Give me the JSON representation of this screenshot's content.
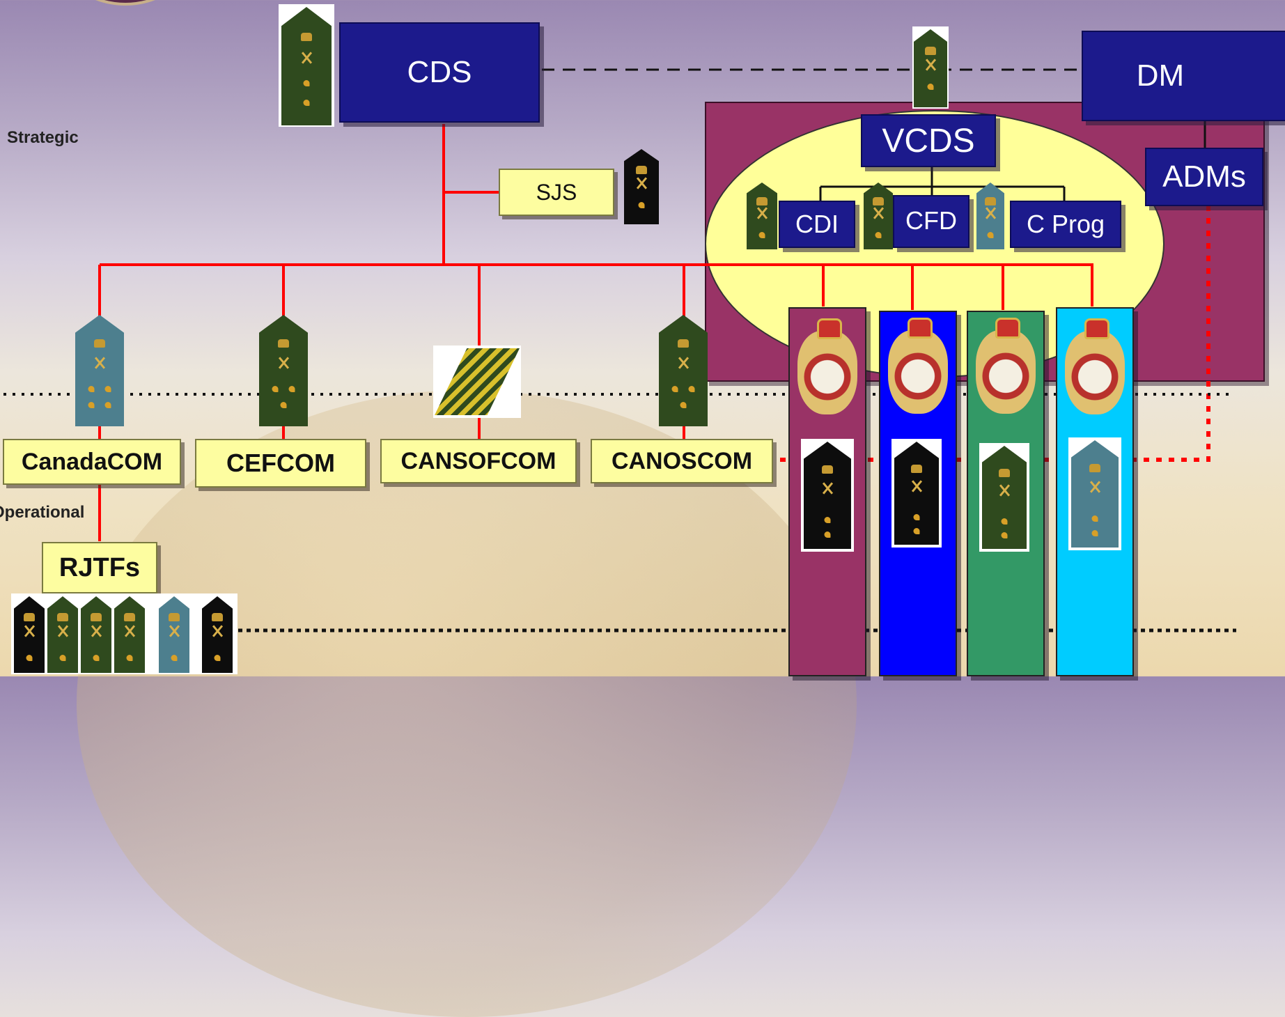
{
  "org_chart": {
    "nodes": {
      "cds": "CDS",
      "dm": "DM",
      "vcds": "VCDS",
      "admS": "ADMs",
      "sjs": "SJS",
      "cdi": "CDI",
      "cfd": "CFD",
      "cprog": "C Prog",
      "canadacom": "CanadaCOM",
      "cefcom": "CEFCOM",
      "cansofcom": "CANSOFCOM",
      "canoscom": "CANOSCOM",
      "rjtfs": "RJTFs"
    },
    "levels": {
      "strategic": "Strategic",
      "operational": "Operational"
    },
    "environment_colors": [
      "#993366",
      "#0000ff",
      "#339966",
      "#00ccff"
    ],
    "colors": {
      "command_line": "#ff0000",
      "navy_box": "#1c1a8c",
      "yellow_box": "#fdfda0",
      "purple_region": "#993366",
      "oval": "#ffff99"
    }
  }
}
